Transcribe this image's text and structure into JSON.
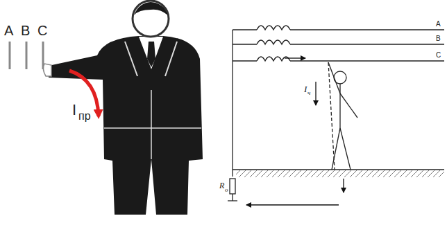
{
  "diagram": {
    "labels": [
      "A",
      "B",
      "C",
      "I",
      "пр",
      "A",
      "B",
      "C",
      "I",
      "ч",
      "R",
      "o"
    ]
  }
}
